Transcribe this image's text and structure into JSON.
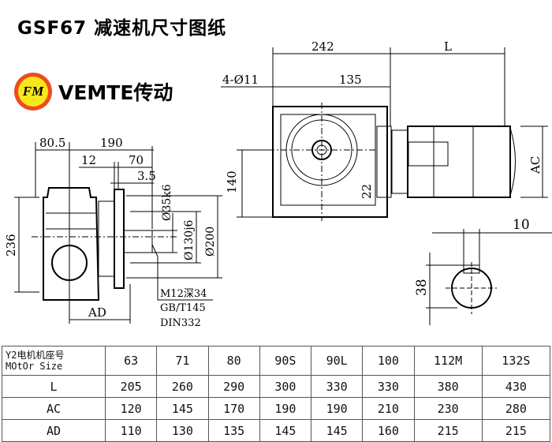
{
  "title": "GSF67 减速机尺寸图纸",
  "brand": {
    "logo_text": "FM",
    "name": "VEMTE传动",
    "colors": {
      "ring": "#f04a1e",
      "fill": "#f8e71c"
    }
  },
  "front_view": {
    "dim_242": "242",
    "dim_L": "L",
    "dim_holes": "4-Ø11",
    "dim_135": "135",
    "dim_140": "140",
    "dim_22": "22",
    "dim_AC": "AC"
  },
  "shaft_view": {
    "dim_10": "10",
    "dim_38": "38"
  },
  "side_view": {
    "dim_80_5": "80.5",
    "dim_190": "190",
    "dim_12": "12",
    "dim_70": "70",
    "dim_3_5": "3.5",
    "dim_236": "236",
    "dim_35": "Ø35k6",
    "dim_130": "Ø130j6",
    "dim_200": "Ø200",
    "dim_AD": "AD",
    "note_1": "M12深34",
    "note_2": "GB/T145",
    "note_3": "DIN332"
  },
  "table": {
    "header_line1": "Y2电机机座号",
    "header_line2": "MOtOr Size",
    "sizes": [
      "63",
      "71",
      "80",
      "90S",
      "90L",
      "100",
      "112M",
      "132S"
    ],
    "rows": [
      {
        "label": "L",
        "values": [
          "205",
          "260",
          "290",
          "300",
          "330",
          "330",
          "380",
          "430"
        ]
      },
      {
        "label": "AC",
        "values": [
          "120",
          "145",
          "170",
          "190",
          "190",
          "210",
          "230",
          "280"
        ]
      },
      {
        "label": "AD",
        "values": [
          "110",
          "130",
          "135",
          "145",
          "145",
          "160",
          "215",
          "215"
        ]
      }
    ]
  }
}
